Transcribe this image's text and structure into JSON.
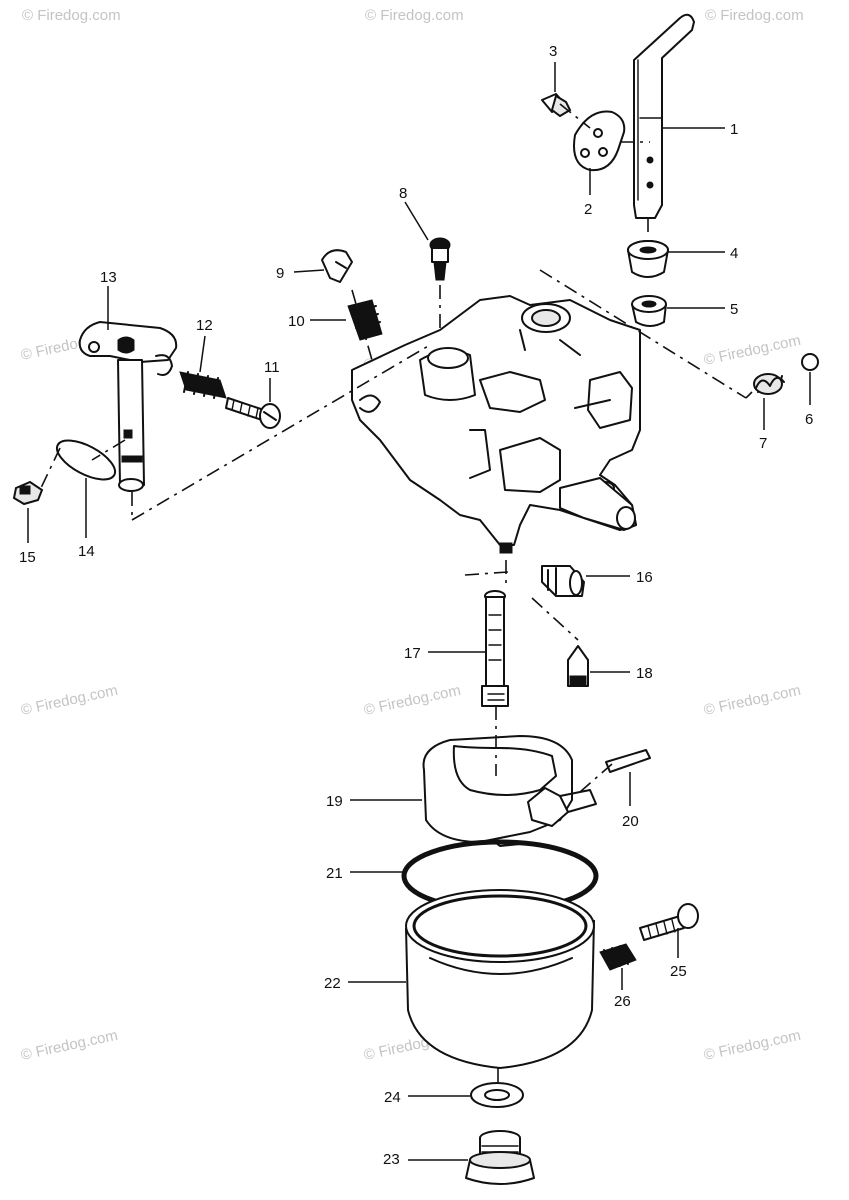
{
  "watermark": {
    "text": "© Firedog.com"
  },
  "callouts": [
    "1",
    "2",
    "3",
    "4",
    "5",
    "6",
    "7",
    "8",
    "9",
    "10",
    "11",
    "12",
    "13",
    "14",
    "15",
    "16",
    "17",
    "18",
    "19",
    "20",
    "21",
    "22",
    "23",
    "24",
    "25",
    "26"
  ]
}
